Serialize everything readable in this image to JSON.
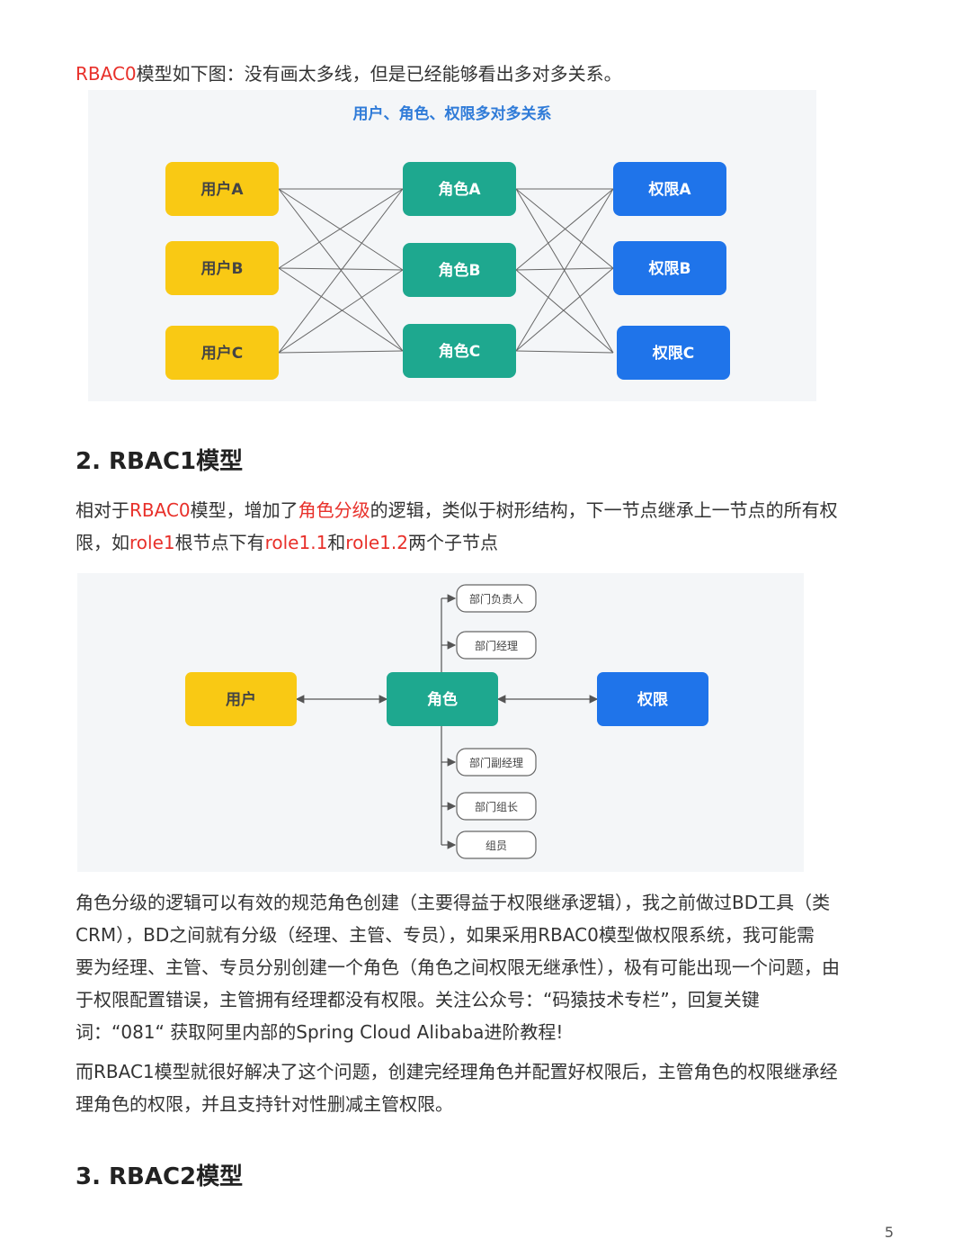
{
  "intro": {
    "prefix": "RBAC0",
    "rest": "模型如下图：没有画太多线，但是已经能够看出多对多关系。"
  },
  "figure1": {
    "title": "用户、角色、权限多对多关系",
    "users": [
      "用户A",
      "用户B",
      "用户C"
    ],
    "roles": [
      "角色A",
      "角色B",
      "角色C"
    ],
    "permissions": [
      "权限A",
      "权限B",
      "权限C"
    ],
    "colors": {
      "user": "#f9c914",
      "role": "#1ea88f",
      "permission": "#1f74ea",
      "title": "#2f7bd8",
      "bg": "#f4f6f8"
    }
  },
  "section2": {
    "heading": "2. RBAC1模型",
    "p1": {
      "t1": "相对于",
      "r1": "RBAC0",
      "t2": "模型，增加了",
      "r2": "角色分级",
      "t3": "的逻辑，类似于树形结构，下一节点继承上一节点的所有权",
      "t4": "限，如",
      "r3": "role1",
      "t5": "根节点下有",
      "r4": "role1.1",
      "t6": "和",
      "r5": "role1.2",
      "t7": "两个子节点"
    }
  },
  "figure2": {
    "user": "用户",
    "role": "角色",
    "permission": "权限",
    "children": [
      "部门负责人",
      "部门经理",
      "部门副经理",
      "部门组长",
      "组员"
    ]
  },
  "p2": {
    "lines": [
      "角色分级的逻辑可以有效的规范角色创建（主要得益于权限继承逻辑），我之前做过BD工具（类",
      "CRM），BD之间就有分级（经理、主管、专员），如果采用RBAC0模型做权限系统，我可能需",
      "要为经理、主管、专员分别创建一个角色（角色之间权限无继承性），极有可能出现一个问题，由",
      "于权限配置错误，主管拥有经理都没有权限。关注公众号：“码猿技术专栏”，回复关键",
      "词：“081“ 获取阿里内部的Spring Cloud Alibaba进阶教程!"
    ]
  },
  "p3": {
    "lines": [
      "而RBAC1模型就很好解决了这个问题，创建完经理角色并配置好权限后，主管角色的权限继承经",
      "理角色的权限，并且支持针对性删减主管权限。"
    ]
  },
  "section3": {
    "heading": "3. RBAC2模型"
  },
  "page_number": "5"
}
